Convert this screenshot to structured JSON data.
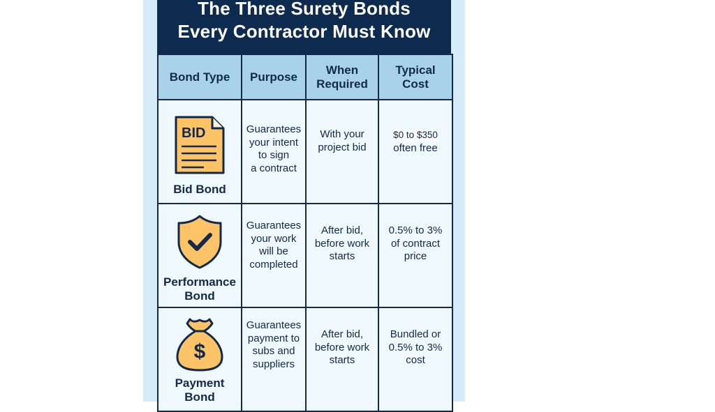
{
  "title": {
    "line1": "The Three Surety Bonds",
    "line2": "Every Contractor Must Know"
  },
  "table": {
    "headers": {
      "bond_type": "Bond Type",
      "purpose": "Purpose",
      "when_required_1": "When",
      "when_required_2": "Required",
      "typical_cost_1": "Typical",
      "typical_cost_2": "Cost"
    },
    "rows": [
      {
        "icon": "document-bid-icon",
        "icon_label": "BID",
        "name": "Bid Bond",
        "name_1": "Bid Bond",
        "name_2": "",
        "purpose": [
          "Guarantees",
          "your intent",
          "to sign",
          "a contract"
        ],
        "when": [
          "With your",
          "project bid"
        ],
        "cost": [
          "$0 to $350",
          "often free"
        ]
      },
      {
        "icon": "shield-check-icon",
        "name": "Performance Bond",
        "name_1": "Performance",
        "name_2": "Bond",
        "purpose": [
          "Guarantees",
          "your work",
          "will be",
          "completed"
        ],
        "when": [
          "After bid,",
          "before work",
          "starts"
        ],
        "cost": [
          "0.5% to 3%",
          "of contract",
          "price"
        ]
      },
      {
        "icon": "money-bag-icon",
        "icon_label": "$",
        "name": "Payment Bond",
        "name_1": "Payment",
        "name_2": "Bond",
        "purpose": [
          "Guarantees",
          "payment to",
          "subs and",
          "suppliers"
        ],
        "when": [
          "After bid,",
          "before work",
          "starts"
        ],
        "cost": [
          "Bundled or",
          "0.5% to 3%",
          "cost"
        ]
      }
    ]
  },
  "colors": {
    "navy": "#13294b",
    "title_bg": "#0d2a4f",
    "header_bg": "#a8d2ea",
    "cell_bg": "#eef8fd",
    "panel_bg": "#d6ecf8",
    "icon_fill": "#fcc466"
  }
}
